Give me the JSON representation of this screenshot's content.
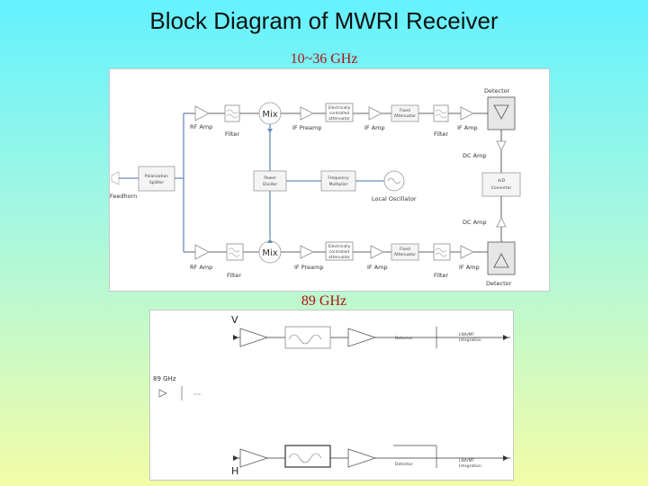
{
  "title": "Block Diagram of MWRI Receiver",
  "band1_label": "10~36 GHz",
  "band2_label": "89 GHz",
  "diagram1": {
    "feedhorn": "Feedhorn",
    "polarization_splitter": [
      "Polarization",
      "Splitter"
    ],
    "rf_amp": "RF Amp",
    "filter": "Filter",
    "mix": "Mix",
    "if_preamp": "IF Preamp",
    "elec_atten_top": [
      "Electrically",
      "controlled",
      "attenuator"
    ],
    "elec_atten_bot": [
      "Electrically",
      "controlled",
      "attenuator"
    ],
    "if_amp": "IF Amp",
    "fixed_atten": [
      "Fixed",
      "Attenuator"
    ],
    "detector": "Detector",
    "dc_amp": "DC Amp",
    "ad_converter": [
      "A/D",
      "Converter"
    ],
    "power_divider": [
      "Power",
      "Divider"
    ],
    "freq_multiplier": [
      "Frequency",
      "Multiplier"
    ],
    "local_oscillator": "Local Oscillator"
  },
  "diagram2": {
    "v_label": "V",
    "h_label": "H",
    "freq_label": "89 GHz",
    "detector": "Detector",
    "integrator": [
      "LNA/MF",
      "Integration"
    ]
  }
}
